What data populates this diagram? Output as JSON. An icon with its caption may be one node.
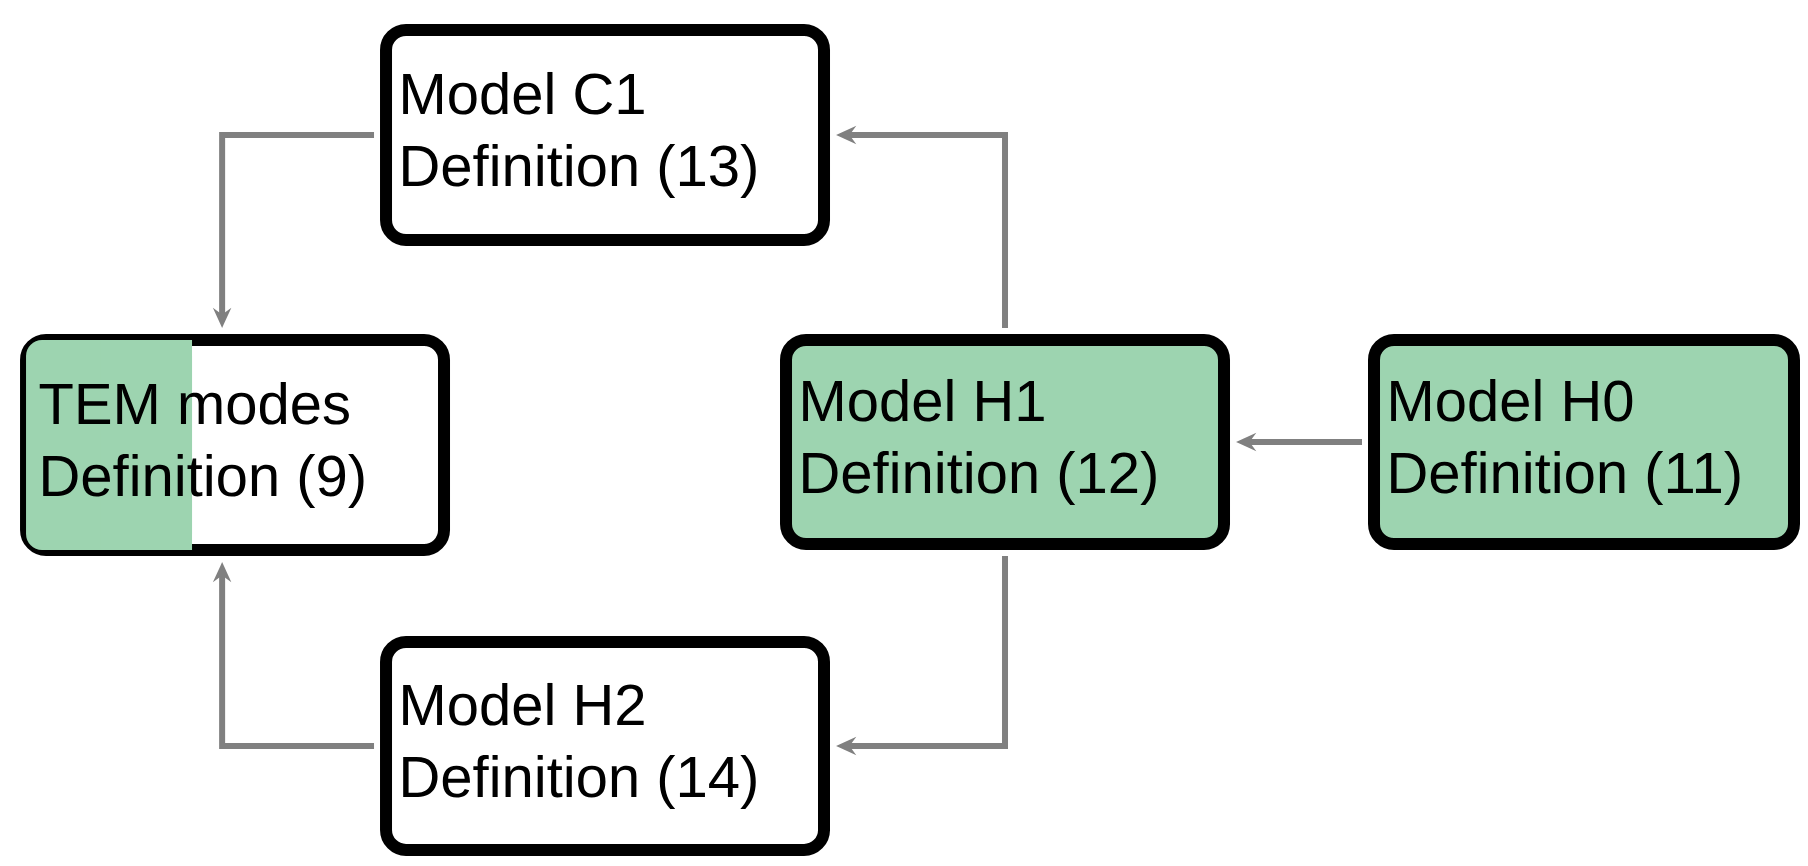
{
  "diagram": {
    "nodes": [
      {
        "text": [
          "Model C1",
          "Definition (13)"
        ]
      },
      {
        "text": [
          "TEM modes",
          "Definition (9)"
        ]
      },
      {
        "text": [
          "Model H1",
          "Definition (12)"
        ]
      },
      {
        "text": [
          "Model H0",
          "Definition (11)"
        ]
      },
      {
        "text": [
          "Model H2",
          "Definition (14)"
        ]
      }
    ],
    "edges": [
      {
        "from": 3,
        "to": 2,
        "arrow": "to"
      },
      {
        "from": 2,
        "to": 0,
        "arrow": "to"
      },
      {
        "from": 2,
        "to": 4,
        "arrow": "to"
      },
      {
        "from": 0,
        "to": 1,
        "arrow": "to"
      },
      {
        "from": 4,
        "to": 1,
        "arrow": "to"
      }
    ]
  }
}
